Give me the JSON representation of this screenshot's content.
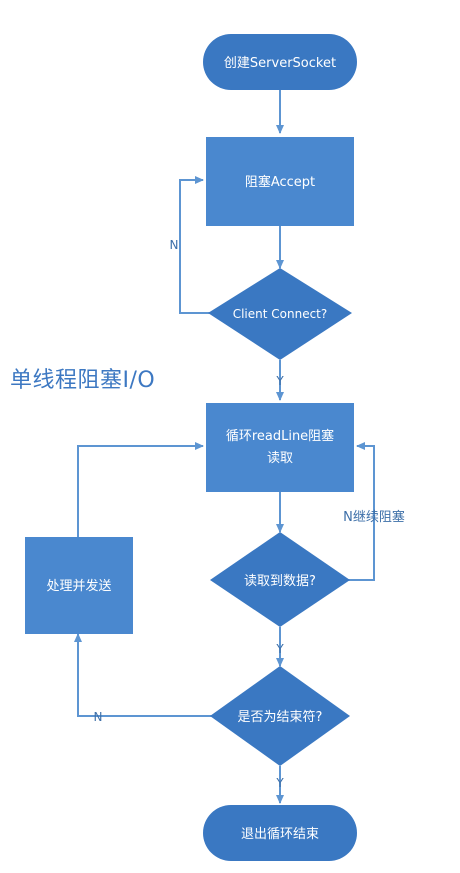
{
  "title": "单线程阻塞I/O",
  "nodes": {
    "start": "创建ServerSocket",
    "accept": "阻塞Accept",
    "client_connect": "Client Connect?",
    "readline_1": "循环readLine阻塞",
    "readline_2": "读取",
    "process": "处理并发送",
    "read_data": "读取到数据?",
    "is_end": "是否为结束符?",
    "exit": "退出循环结束"
  },
  "edge_labels": {
    "connect_no": "N",
    "connect_yes": "Y",
    "read_no": "N继续阻塞",
    "read_yes": "Y",
    "end_no": "N",
    "end_yes": "Y"
  },
  "colors": {
    "node_fill": "#3a78c2",
    "rect_fill": "#4a88cf",
    "line": "#5d95d2",
    "title": "#3d78c2"
  }
}
